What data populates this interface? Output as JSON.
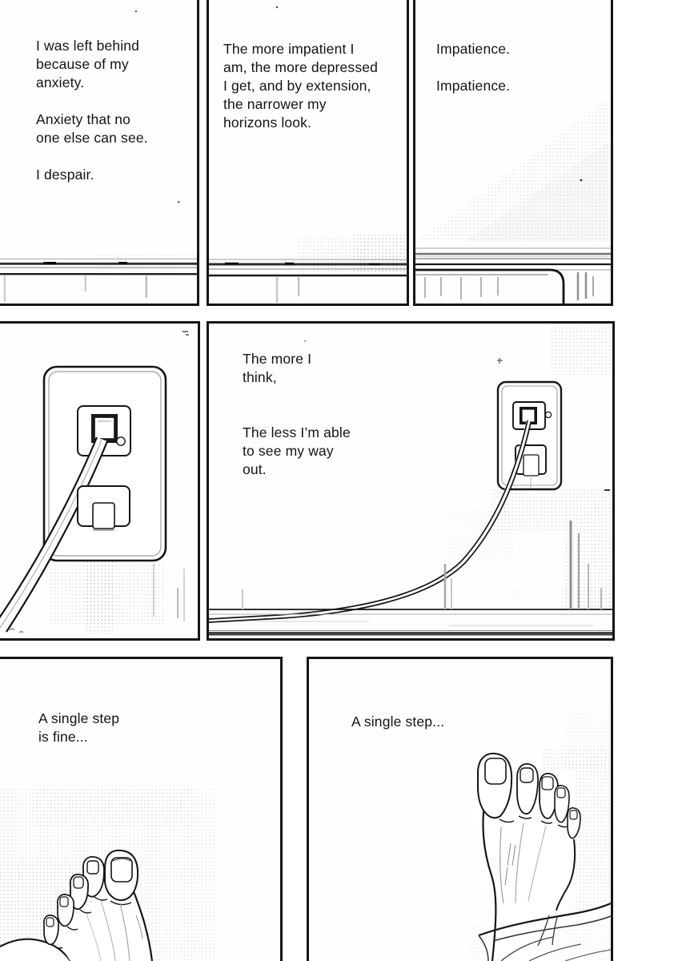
{
  "colors": {
    "ink": "#161616",
    "paper": "#ffffff",
    "panel_border": "#161616",
    "halftone_gray": "#8a8a8a"
  },
  "panels": {
    "top_left": {
      "caption": "I was left behind\nbecause of my\nanxiety.\n\nAnxiety that no\none else can see.\n\nI despair."
    },
    "top_center": {
      "caption": "The more impatient I\nam, the more depressed\nI get, and by extension,\nthe narrower my\nhorizons look."
    },
    "top_right": {
      "caption": "Impatience.\n\nImpatience."
    },
    "middle_right": {
      "caption": "The more I\nthink,\n\n\nThe less I’m able\nto see my way\nout."
    },
    "bottom_left": {
      "caption": "A single step\nis fine..."
    },
    "bottom_right": {
      "caption": "A single step..."
    }
  }
}
